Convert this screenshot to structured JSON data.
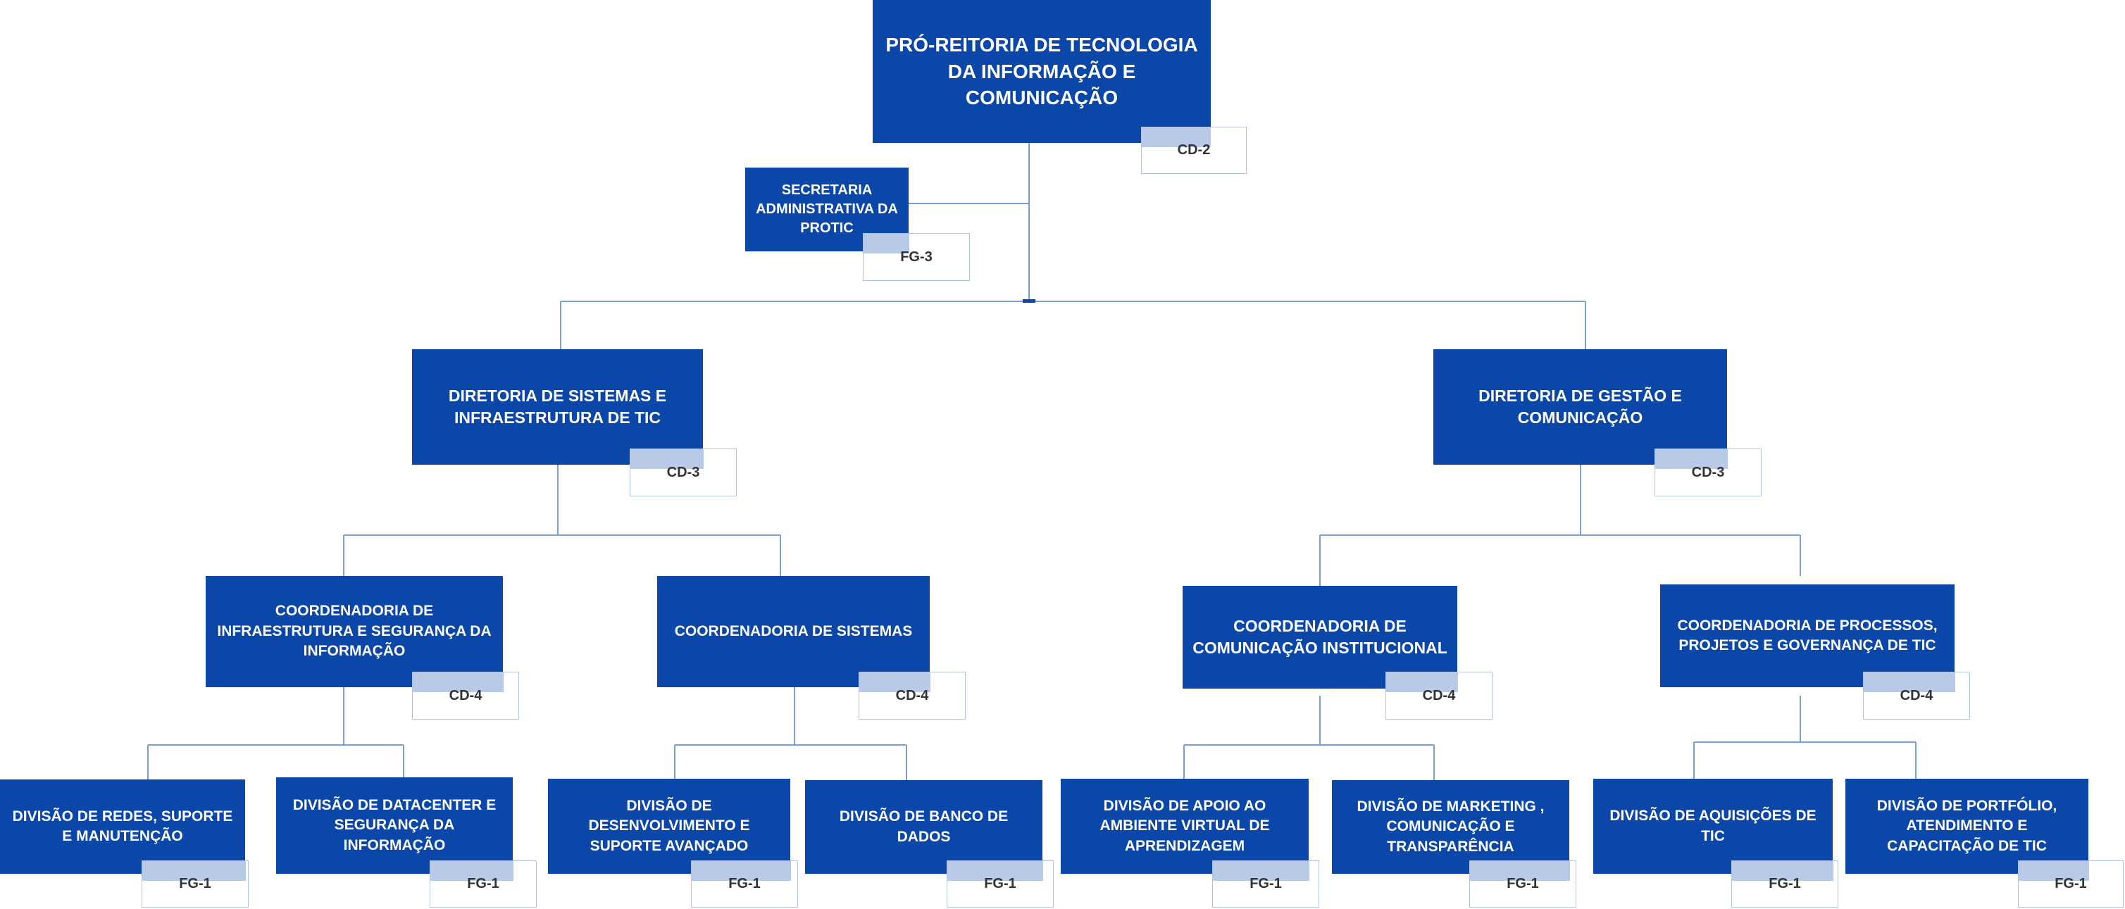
{
  "colors": {
    "box": "#0a47a9",
    "code_border": "#b4c3e3",
    "code_tab": "#b9c9e8",
    "line": "#7a9fd6"
  },
  "root": {
    "title": "PRÓ-REITORIA DE TECNOLOGIA DA INFORMAÇÃO E COMUNICAÇÃO",
    "code": "CD-2"
  },
  "secretaria": {
    "title": "SECRETARIA ADMINISTRATIVA DA PROTIC",
    "code": "FG-3"
  },
  "directorates": [
    {
      "title": "DIRETORIA DE SISTEMAS E INFRAESTRUTURA DE TIC",
      "code": "CD-3"
    },
    {
      "title": "DIRETORIA DE GESTÃO E COMUNICAÇÃO",
      "code": "CD-3"
    }
  ],
  "coordinations": [
    {
      "title": "COORDENADORIA DE INFRAESTRUTURA E SEGURANÇA DA INFORMAÇÃO",
      "code": "CD-4"
    },
    {
      "title": "COORDENADORIA DE SISTEMAS",
      "code": "CD-4"
    },
    {
      "title": "COORDENADORIA DE COMUNICAÇÃO INSTITUCIONAL",
      "code": "CD-4"
    },
    {
      "title": "COORDENADORIA DE PROCESSOS, PROJETOS E GOVERNANÇA DE TIC",
      "code": "CD-4"
    }
  ],
  "divisions": [
    {
      "title": "DIVISÃO DE REDES, SUPORTE E MANUTENÇÃO",
      "code": "FG-1"
    },
    {
      "title": "DIVISÃO DE DATACENTER E SEGURANÇA DA INFORMAÇÃO",
      "code": "FG-1"
    },
    {
      "title": "DIVISÃO DE DESENVOLVIMENTO E SUPORTE AVANÇADO",
      "code": "FG-1"
    },
    {
      "title": "DIVISÃO DE BANCO DE DADOS",
      "code": "FG-1"
    },
    {
      "title": "DIVISÃO DE APOIO AO AMBIENTE VIRTUAL DE APRENDIZAGEM",
      "code": "FG-1"
    },
    {
      "title": "DIVISÃO DE MARKETING , COMUNICAÇÃO E TRANSPARÊNCIA",
      "code": "FG-1"
    },
    {
      "title": "DIVISÃO DE AQUISIÇÕES DE TIC",
      "code": "FG-1"
    },
    {
      "title": "DIVISÃO DE PORTFÓLIO, ATENDIMENTO E CAPACITAÇÃO DE TIC",
      "code": "FG-1"
    }
  ]
}
